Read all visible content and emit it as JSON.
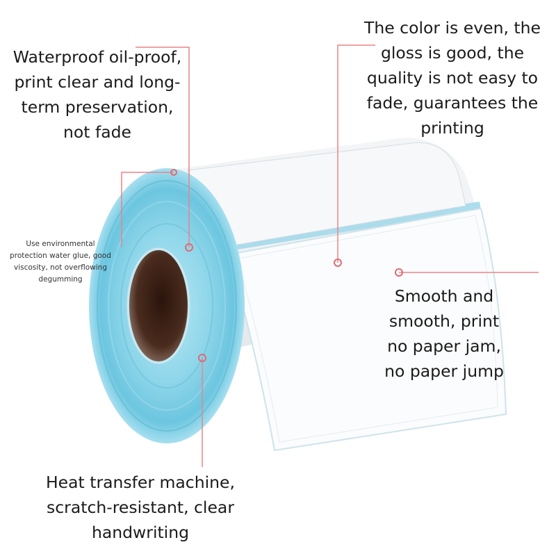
{
  "callouts": {
    "top_left": [
      "Waterproof oil-proof,",
      "print clear and long-",
      "term preservation,",
      "not fade"
    ],
    "top_right": [
      "The color is even, the",
      "gloss is good, the",
      "quality is not easy to",
      "fade, guarantees the",
      "printing"
    ],
    "mid_left_small": [
      "Use environmental",
      "protection water glue, good",
      "viscosity, not overflowing",
      "degumming"
    ],
    "mid_right": [
      "Smooth and",
      "smooth, print",
      "no paper jam,",
      "no paper jump"
    ],
    "bottom": [
      "Heat transfer machine,",
      "scratch-resistant, clear",
      "handwriting"
    ]
  },
  "colors": {
    "leader_line": "#e8848a",
    "marker_dot": "#e06a72",
    "liner_blue": "#7fd0e6",
    "liner_edge": "#4fb0cc",
    "core_brown": "#3a2218",
    "label_white": "#f7f9fb",
    "text": "#1a1a1a"
  }
}
